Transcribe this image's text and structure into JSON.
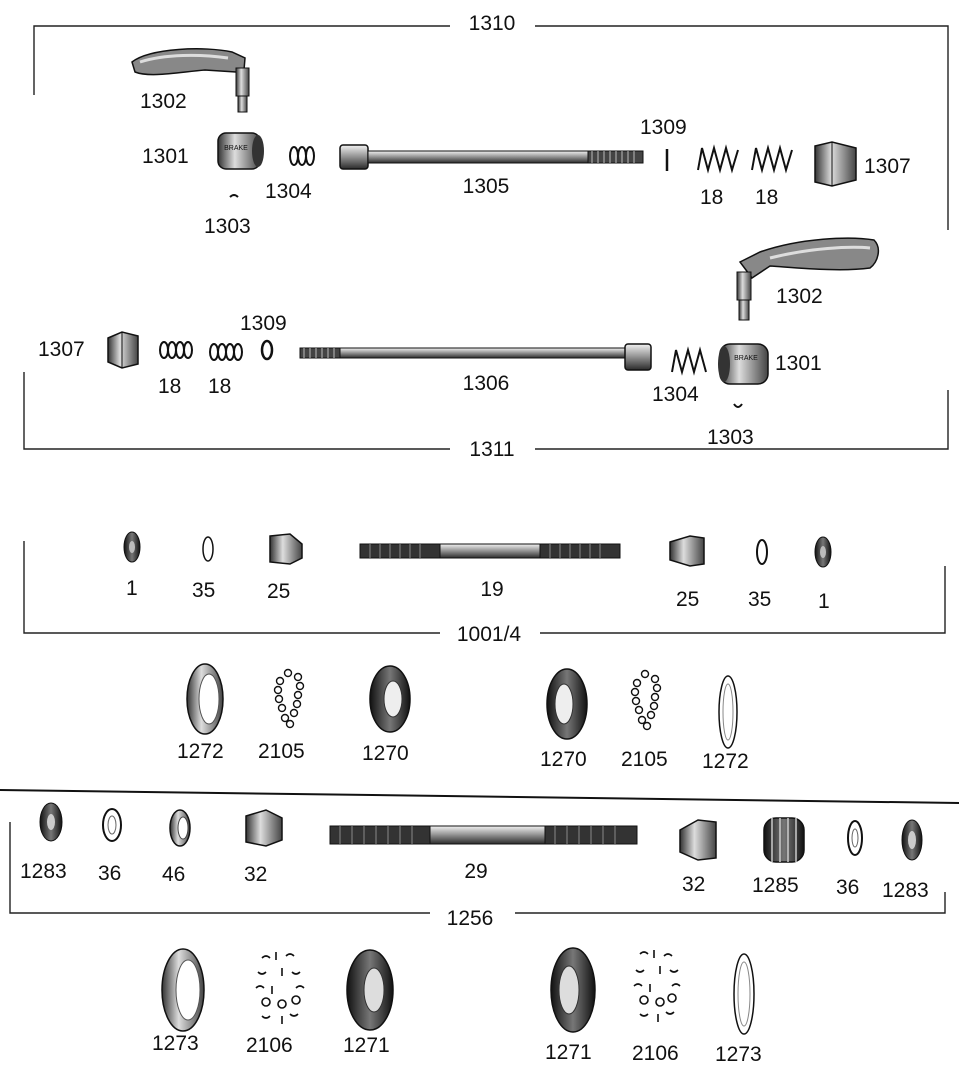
{
  "groups": {
    "g1310": "1310",
    "g1311": "1311",
    "g1001": "1001/4",
    "g1256": "1256"
  },
  "labels": {
    "s1": {
      "handle": "1302",
      "cone_nut": "1301",
      "spring": "1304",
      "pin": "1303",
      "axle": "1305",
      "washer": "1309",
      "spring18a": "18",
      "spring18b": "18",
      "cone": "1307"
    },
    "s2": {
      "handle": "1302",
      "cone_nut": "1301",
      "spring": "1304",
      "pin": "1303",
      "axle": "1306",
      "washer": "1309",
      "spring18a": "18",
      "spring18b": "18",
      "cone": "1307"
    },
    "s3": {
      "nut_l": "1",
      "washer_l": "35",
      "cone_l": "25",
      "axle": "19",
      "cone_r": "25",
      "washer_r": "35",
      "nut_r": "1"
    },
    "s4": {
      "cup_a": "1272",
      "balls_a": "2105",
      "race_a": "1270",
      "race_b": "1270",
      "balls_b": "2105",
      "cup_b": "1272"
    },
    "s5": {
      "nut_l": "1283",
      "washer_l": "36",
      "spacer": "46",
      "cone_l": "32",
      "axle": "29",
      "cone_r": "32",
      "spacer_r": "1285",
      "washer_r": "36",
      "nut_r": "1283"
    },
    "s6": {
      "cup_a": "1273",
      "balls_a": "2106",
      "race_a": "1271",
      "race_b": "1271",
      "balls_b": "2106",
      "cup_b": "1273"
    }
  },
  "engraving": {
    "nut_text_1": "BRAKE",
    "nut_text_2": "BRAKE"
  }
}
